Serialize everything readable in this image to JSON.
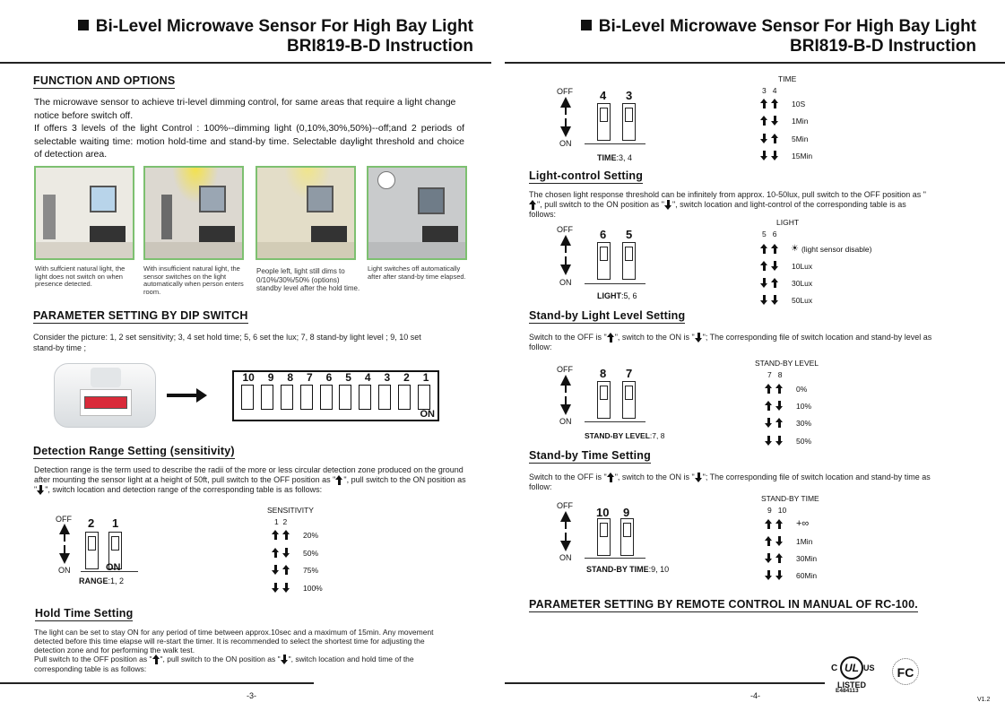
{
  "header": {
    "line1": "Bi-Level Microwave Sensor For High Bay Light",
    "line2": "BRI819-B-D Instruction"
  },
  "function": {
    "title": "FUNCTION  AND  OPTIONS",
    "p1": "The microwave sensor to achieve tri-level dimming control, for same areas that require a light change notice before switch off.",
    "p2": "If offers 3 levels of the light Control : 100%--dimming light (0,10%,30%,50%)--off;and 2 periods of selectable waiting time: motion hold-time and stand-by time. Selectable daylight threshold and choice of detection area.",
    "captions": [
      "With suffcient natural light, the light does not switch on when presence detected.",
      "With insufficient natural light, the sensor switches on the light automatically when person enters room.",
      "People left, light still dims to 0/10%/30%/50% (options) standby level after the hold time.",
      "Light switches off automatically after after stand-by time elapsed."
    ]
  },
  "dip": {
    "title": "PARAMETER SETTING BY DIP SWITCH",
    "text": "Consider the picture: 1, 2 set sensitivity; 3, 4 set hold time; 5, 6 set the lux; 7, 8 stand-by light level ; 9, 10 set stand-by time ;",
    "numbers": [
      "10",
      "9",
      "8",
      "7",
      "6",
      "5",
      "4",
      "3",
      "2",
      "1"
    ],
    "on": "ON"
  },
  "detection": {
    "title": "Detection Range Setting (sensitivity)",
    "text1": "Detection range is the term used to describe the radii of the more or less circular detection zone produced on the ground after mounting the sensor light at a height of 50ft, pull switch to the OFF position as \"",
    "text2": "\", pull switch to the ON position as \"",
    "text3": "\", switch location and detection range of the corresponding table is as follows:",
    "off": "OFF",
    "on": "ON",
    "sw1": "2",
    "sw2": "1",
    "onlabel": "ON",
    "range_label": "RANGE",
    "range_nums": ":1, 2",
    "table_title": "SENSITIVITY",
    "cols": "1  2",
    "rows": [
      "20%",
      "50%",
      "75%",
      "100%"
    ]
  },
  "hold": {
    "title": "Hold Time Setting",
    "text1": "The light can be set to stay ON for any period of time between approx.10sec and a maximum of 15min. Any movement detected before this time elapse will re-start the timer. It is recommended to select the shortest time for adjusting the detection zone and for performing the walk test.",
    "text2": "Pull  switch  to  the  OFF position as \"",
    "text3": "\", pull switch to the ON position as \"",
    "text4": "\", switch location and hold  time of the corresponding table is as follows:"
  },
  "page_left": "-3-",
  "page_right": "-4-",
  "time": {
    "off": "OFF",
    "on": "ON",
    "sw1": "4",
    "sw2": "3",
    "label": "TIME",
    "nums": ":3, 4",
    "table_title": "TIME",
    "cols": "3   4",
    "rows": [
      "10S",
      "1Min",
      "5Min",
      "15Min"
    ]
  },
  "light": {
    "title": "Light-control Setting",
    "text1": "The  chosen  light  response threshold can be infinitely from approx. 10-50lux, pull switch to the OFF position  as  \"",
    "text2": "\",  pull  switch  to  the  ON  position as \"",
    "text3": "\", switch location and light-control of the corresponding table is as follows:",
    "off": "OFF",
    "on": "ON",
    "sw1": "6",
    "sw2": "5",
    "label": "LIGHT",
    "nums": ":5, 6",
    "table_title": "LIGHT",
    "cols": "5   6",
    "rows": [
      "(light sensor disable)",
      "10Lux",
      "30Lux",
      "50Lux"
    ]
  },
  "standby_level": {
    "title": "Stand-by Light Level Setting",
    "text1": "Switch to the OFF is \"",
    "text2": "\", switch to the ON is \"",
    "text3": "\"; The corresponding file of switch location and stand-by level as follow:",
    "off": "OFF",
    "on": "ON",
    "sw1": "8",
    "sw2": "7",
    "label": "STAND-BY LEVEL",
    "nums": ":7, 8",
    "table_title": "STAND-BY LEVEL",
    "cols": "7   8",
    "rows": [
      "0%",
      "10%",
      "30%",
      "50%"
    ]
  },
  "standby_time": {
    "title": "Stand-by Time Setting",
    "text1": "Switch to the OFF is \"",
    "text2": "\", switch to the ON is \"",
    "text3": "\"; The corresponding file of switch location and stand-by time as follow:",
    "off": "OFF",
    "on": "ON",
    "sw1": "10",
    "sw2": "9",
    "label": "STAND-BY TIME",
    "nums": ":9, 10",
    "table_title": "STAND-BY TIME",
    "cols": "9   10",
    "rows": [
      "+∞",
      "1Min",
      "30Min",
      "60Min"
    ]
  },
  "remote": {
    "title": "PARAMETER SETTING BY REMOTE CONTROL IN MANUAL OF RC-100."
  },
  "cert": {
    "c": "C",
    "ul": "UL",
    "us": "US",
    "listed": "LISTED",
    "number": "E484113",
    "fc": "FC"
  },
  "version": "V1.2"
}
